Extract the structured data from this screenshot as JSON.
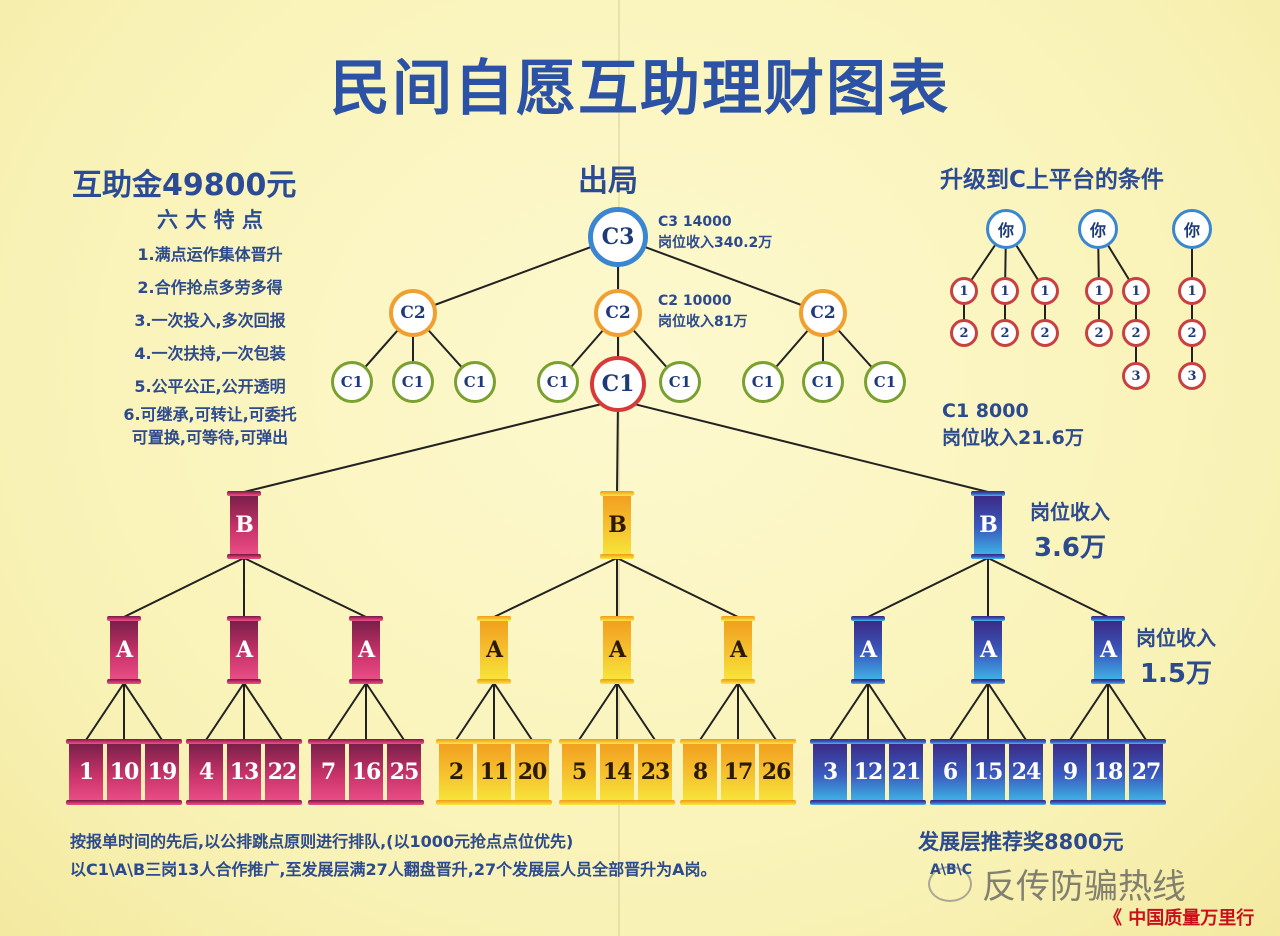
{
  "title": "民间自愿互助理财图表",
  "left": {
    "amount": "互助金49800元",
    "features_title": "六 大 特 点",
    "features": [
      "1.满点运作集体晋升",
      "2.合作抢点多劳多得",
      "3.一次投入,多次回报",
      "4.一次扶持,一次包装",
      "5.公平公正,公开透明",
      "6.可继承,可转让,可委托",
      "可置换,可等待,可弹出"
    ]
  },
  "center": {
    "exit_label": "出局",
    "c3_info": [
      "C3 14000",
      "岗位收入340.2万"
    ],
    "c2_info": [
      "C2 10000",
      "岗位收入81万"
    ]
  },
  "right": {
    "conditions_title": "升级到C上平台的条件",
    "you": "你",
    "c1_info": [
      "C1 8000",
      "岗位收入21.6万"
    ],
    "b_income": [
      "岗位收入",
      "3.6万"
    ],
    "a_income": [
      "岗位收入",
      "1.5万"
    ]
  },
  "tree": {
    "c3": "C3",
    "c2": "C2",
    "c1": "C1",
    "b": "B",
    "a": "A",
    "groups": [
      {
        "color": "pink",
        "numbers": [
          [
            1,
            10,
            19
          ],
          [
            4,
            13,
            22
          ],
          [
            7,
            16,
            25
          ]
        ]
      },
      {
        "color": "yellow",
        "numbers": [
          [
            2,
            11,
            20
          ],
          [
            5,
            14,
            23
          ],
          [
            8,
            17,
            26
          ]
        ]
      },
      {
        "color": "blue",
        "numbers": [
          [
            3,
            12,
            21
          ],
          [
            6,
            15,
            24
          ],
          [
            9,
            18,
            27
          ]
        ]
      }
    ]
  },
  "conditions": [
    {
      "rows": [
        [
          "1",
          "1",
          "1"
        ],
        [
          "2",
          "2",
          "2"
        ]
      ]
    },
    {
      "rows": [
        [
          "1",
          "1"
        ],
        [
          "2",
          "2"
        ],
        [
          "",
          "3"
        ]
      ]
    },
    {
      "rows": [
        [
          "1"
        ],
        [
          "2"
        ],
        [
          "3"
        ]
      ]
    }
  ],
  "footer": {
    "line1": "按报单时间的先后,以公排跳点原则进行排队,(以1000元抢点点位优先)",
    "line2": "以C1\\A\\B三岗13人合作推广,至发展层满27人翻盘晋升,27个发展层人员全部晋升为A岗。",
    "line2_tail": "A\\B\\C",
    "bonus": "发展层推荐奖8800元"
  },
  "watermark": {
    "wechat": "反传防骗热线",
    "brand": "中国质量万里行"
  },
  "colors": {
    "title": "#2c52a6",
    "pink": "#c8336a",
    "yellow": "#f6c330",
    "blue": "#3a5cc0"
  }
}
